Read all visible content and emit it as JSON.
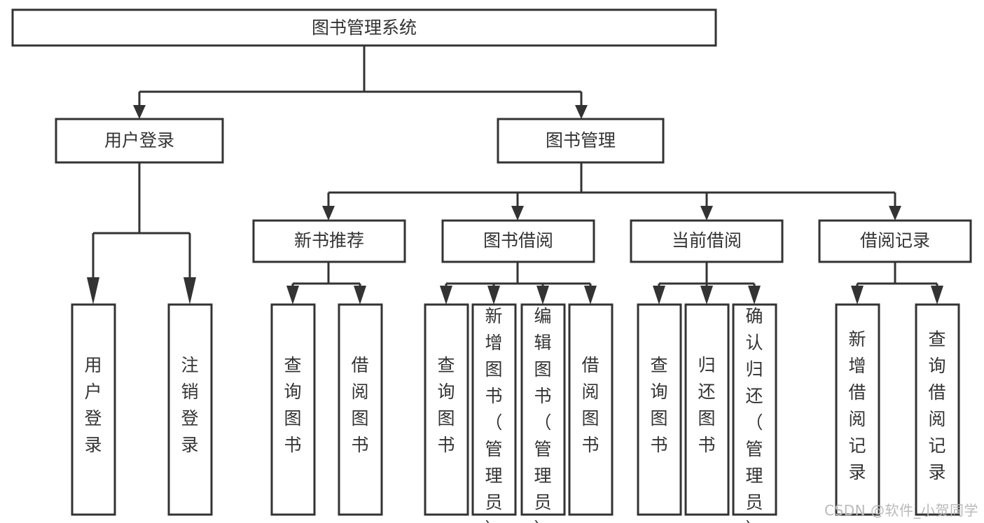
{
  "diagram": {
    "type": "tree-hierarchy",
    "title": "图书管理系统",
    "root": {
      "id": "root",
      "label": "图书管理系统"
    },
    "level1": [
      {
        "id": "user-login",
        "label": "用户登录"
      },
      {
        "id": "book-management",
        "label": "图书管理"
      }
    ],
    "level2": [
      {
        "id": "new-book-recommend",
        "label": "新书推荐",
        "parent": "book-management"
      },
      {
        "id": "book-borrow",
        "label": "图书借阅",
        "parent": "book-management"
      },
      {
        "id": "current-borrow",
        "label": "当前借阅",
        "parent": "book-management"
      },
      {
        "id": "borrow-record",
        "label": "借阅记录",
        "parent": "book-management"
      }
    ],
    "leaves": {
      "user_login": [
        {
          "id": "leaf-user-login",
          "label": "用户登录"
        },
        {
          "id": "leaf-user-logout",
          "label": "注销登录"
        }
      ],
      "new_book_recommend": [
        {
          "id": "leaf-query-book-1",
          "label": "查询图书"
        },
        {
          "id": "leaf-borrow-book-1",
          "label": "借阅图书"
        }
      ],
      "book_borrow": [
        {
          "id": "leaf-query-book-2",
          "label": "查询图书"
        },
        {
          "id": "leaf-add-book",
          "label": "新增图书（管理员）"
        },
        {
          "id": "leaf-edit-book",
          "label": "编辑图书（管理员）"
        },
        {
          "id": "leaf-borrow-book-2",
          "label": "借阅图书"
        }
      ],
      "current_borrow": [
        {
          "id": "leaf-query-book-3",
          "label": "查询图书"
        },
        {
          "id": "leaf-return-book",
          "label": "归还图书"
        },
        {
          "id": "leaf-confirm-return",
          "label": "确认归还（管理员）"
        }
      ],
      "borrow_record": [
        {
          "id": "leaf-add-borrow-record",
          "label": "新增借阅记录"
        },
        {
          "id": "leaf-query-borrow-record",
          "label": "查询借阅记录"
        }
      ]
    },
    "colors": {
      "stroke": "#333333",
      "fill": "#ffffff",
      "text": "#333333",
      "watermark": "#b9b9b9"
    }
  },
  "watermark": {
    "text": "CSDN @软件_小贺同学"
  }
}
